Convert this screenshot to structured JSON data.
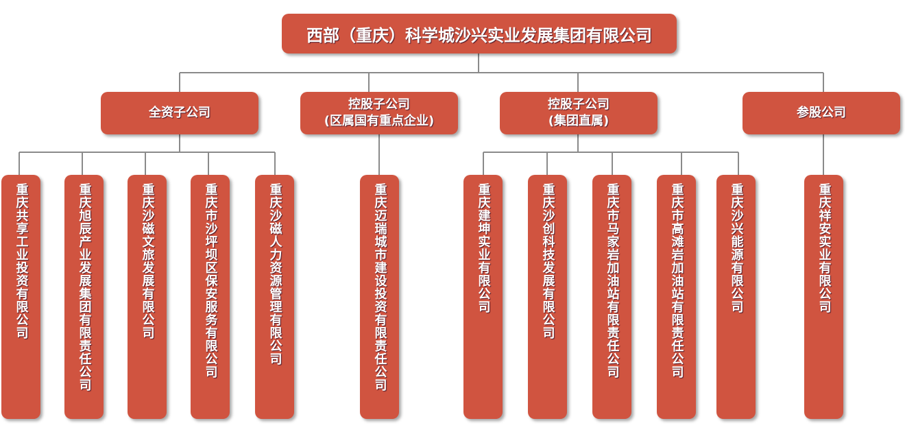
{
  "root": {
    "label": "西部（重庆）科学城沙兴实业发展集团有限公司"
  },
  "categories": [
    {
      "line1": "全资子公司",
      "line2": ""
    },
    {
      "line1": "控股子公司",
      "line2": "(区属国有重点企业)"
    },
    {
      "line1": "控股子公司",
      "line2": "(集团直属)"
    },
    {
      "line1": "参股公司",
      "line2": ""
    }
  ],
  "companies": [
    {
      "name": "重庆共享工业投资有限公司"
    },
    {
      "name": "重庆旭辰产业发展集团有限责任公司"
    },
    {
      "name": "重庆沙磁文旅发展有限公司"
    },
    {
      "name": "重庆市沙坪坝区保安服务有限公司"
    },
    {
      "name": "重庆沙磁人力资源管理有限公司"
    },
    {
      "name": "重庆迈瑞城市建设投资有限责任公司"
    },
    {
      "name": "重庆建坤实业有限公司"
    },
    {
      "name": "重庆沙创科技发展有限公司"
    },
    {
      "name": "重庆市马家岩加油站有限责任公司"
    },
    {
      "name": "重庆市高滩岩加油站有限责任公司"
    },
    {
      "name": "重庆沙兴能源有限公司"
    },
    {
      "name": "重庆祥安实业有限公司"
    }
  ],
  "colors": {
    "box": "#d05440",
    "connector": "#8a8a8a"
  }
}
